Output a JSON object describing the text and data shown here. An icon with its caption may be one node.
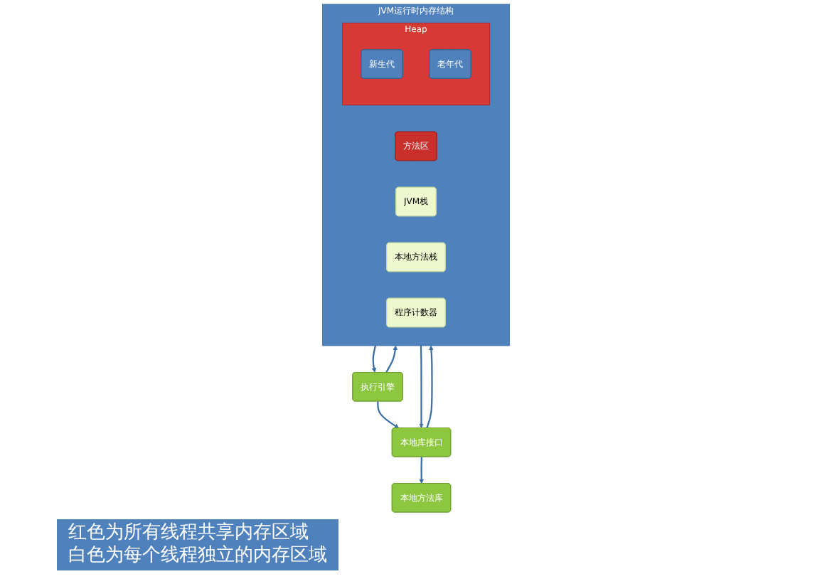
{
  "diagram": {
    "nodes": [
      {
        "text": [
          "JVM运行时内存结构"
        ]
      },
      {
        "text": [
          "方法区"
        ],
        "in": 0
      },
      {
        "text": [
          "JVM栈"
        ],
        "in": 0
      },
      {
        "text": [
          "本地方法栈"
        ],
        "in": 0
      },
      {
        "text": [
          "Heap"
        ],
        "in": 0
      },
      {
        "text": [
          "新生代"
        ],
        "in": 4
      },
      {
        "text": [
          "老年代"
        ],
        "in": 4
      },
      {
        "text": [
          "程序计数器"
        ],
        "in": 0
      },
      {
        "text": [
          "执行引擎"
        ]
      },
      {
        "text": [
          "本地库接口"
        ]
      },
      {
        "text": [
          "本地方法库"
        ]
      }
    ],
    "edges": [
      {
        "from": 8,
        "to": 0,
        "arrow": "to"
      },
      {
        "from": 0,
        "to": 8,
        "arrow": "to"
      },
      {
        "from": 9,
        "to": 0,
        "arrow": "to"
      },
      {
        "from": 0,
        "to": 9,
        "arrow": "to"
      },
      {
        "from": 8,
        "to": 9,
        "arrow": "to"
      },
      {
        "from": 9,
        "to": 10,
        "arrow": "to"
      }
    ],
    "labels": [
      "红色为所有线程共享内存区域",
      "白色为每个线程独立的内存区域"
    ]
  }
}
